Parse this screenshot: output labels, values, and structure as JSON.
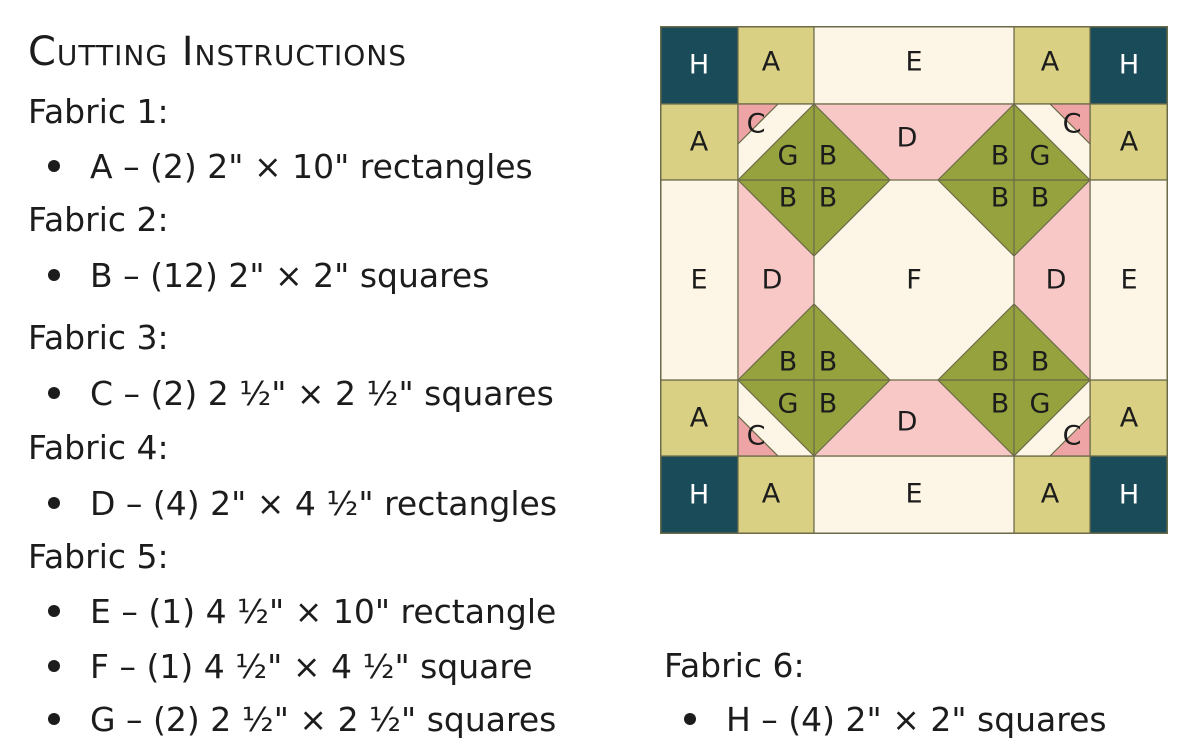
{
  "title": "Cutting Instructions",
  "fabrics": [
    {
      "name": "Fabric 1:",
      "items": [
        "A – (2) 2\" × 10\" rectangles"
      ]
    },
    {
      "name": "Fabric 2:",
      "items": [
        "B – (12) 2\" × 2\" squares"
      ]
    },
    {
      "name": "Fabric 3:",
      "items": [
        "C – (2) 2 ½\" × 2 ½\" squares"
      ]
    },
    {
      "name": "Fabric 4:",
      "items": [
        "D – (4) 2\" × 4 ½\" rectangles"
      ]
    },
    {
      "name": "Fabric 5:",
      "items": [
        "E – (1) 4 ½\" × 10\" rectangle",
        "F – (1) 4 ½\" × 4 ½\" square",
        "G – (2) 2 ½\" × 2 ½\" squares"
      ]
    },
    {
      "name": "Fabric 6:",
      "items": [
        "H – (4) 2\" × 2\" squares"
      ]
    }
  ],
  "block_labels": {
    "H": "H",
    "A": "A",
    "E": "E",
    "C": "C",
    "G": "G",
    "B": "B",
    "D": "D",
    "F": "F"
  },
  "colors": {
    "H": "#1a4b59",
    "A": "#d9d083",
    "E": "#fdf6e6",
    "B": "#95a23d",
    "C": "#eea4a4",
    "D": "#f7c8c6",
    "F": "#fdf6e6",
    "G": "#fdf6e6",
    "text": "#1c1c1c",
    "outline": "#6b6b4a"
  }
}
